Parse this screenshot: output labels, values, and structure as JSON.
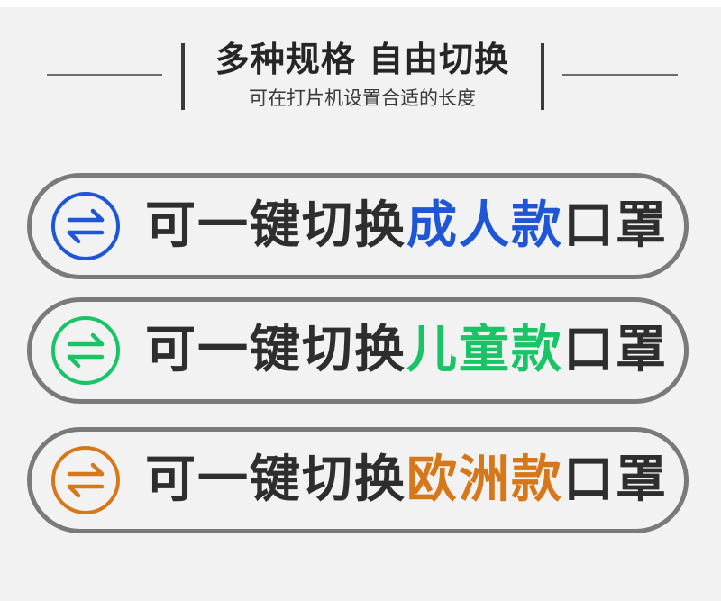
{
  "header": {
    "title": "多种规格 自由切换",
    "subtitle": "可在打片机设置合适的长度"
  },
  "options": [
    {
      "prefix": "可一键切换",
      "highlight": "成人款",
      "suffix": "口罩",
      "color": "#1e56d6",
      "icon": "swap-arrows-icon"
    },
    {
      "prefix": "可一键切换",
      "highlight": "儿童款",
      "suffix": "口罩",
      "color": "#18c465",
      "icon": "swap-arrows-icon"
    },
    {
      "prefix": "可一键切换",
      "highlight": "欧洲款",
      "suffix": "口罩",
      "color": "#d6781a",
      "icon": "swap-arrows-icon"
    }
  ]
}
